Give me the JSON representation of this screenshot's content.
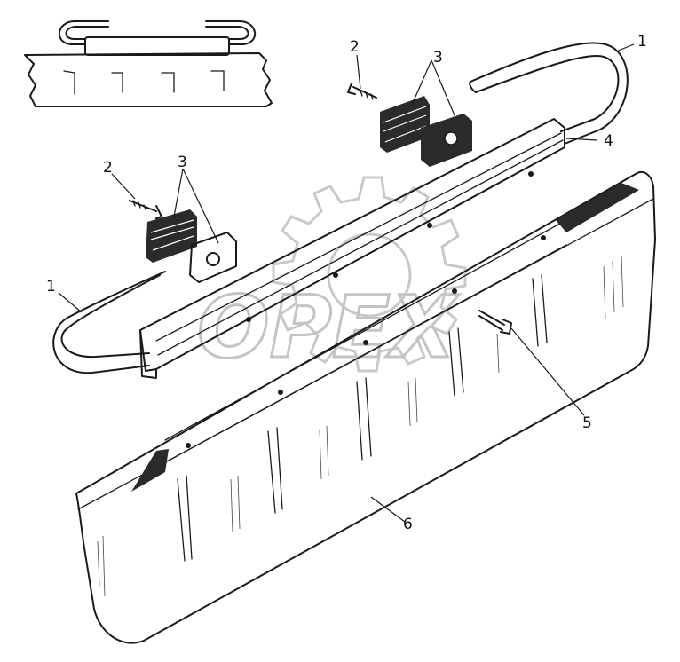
{
  "watermark": {
    "text": "OPEX"
  },
  "callouts": [
    {
      "id": "c1a",
      "label": "1"
    },
    {
      "id": "c1b",
      "label": "1"
    },
    {
      "id": "c2a",
      "label": "2"
    },
    {
      "id": "c2b",
      "label": "2"
    },
    {
      "id": "c3a",
      "label": "3"
    },
    {
      "id": "c3b",
      "label": "3"
    },
    {
      "id": "c4",
      "label": "4"
    },
    {
      "id": "c5",
      "label": "5"
    },
    {
      "id": "c6",
      "label": "6"
    }
  ]
}
